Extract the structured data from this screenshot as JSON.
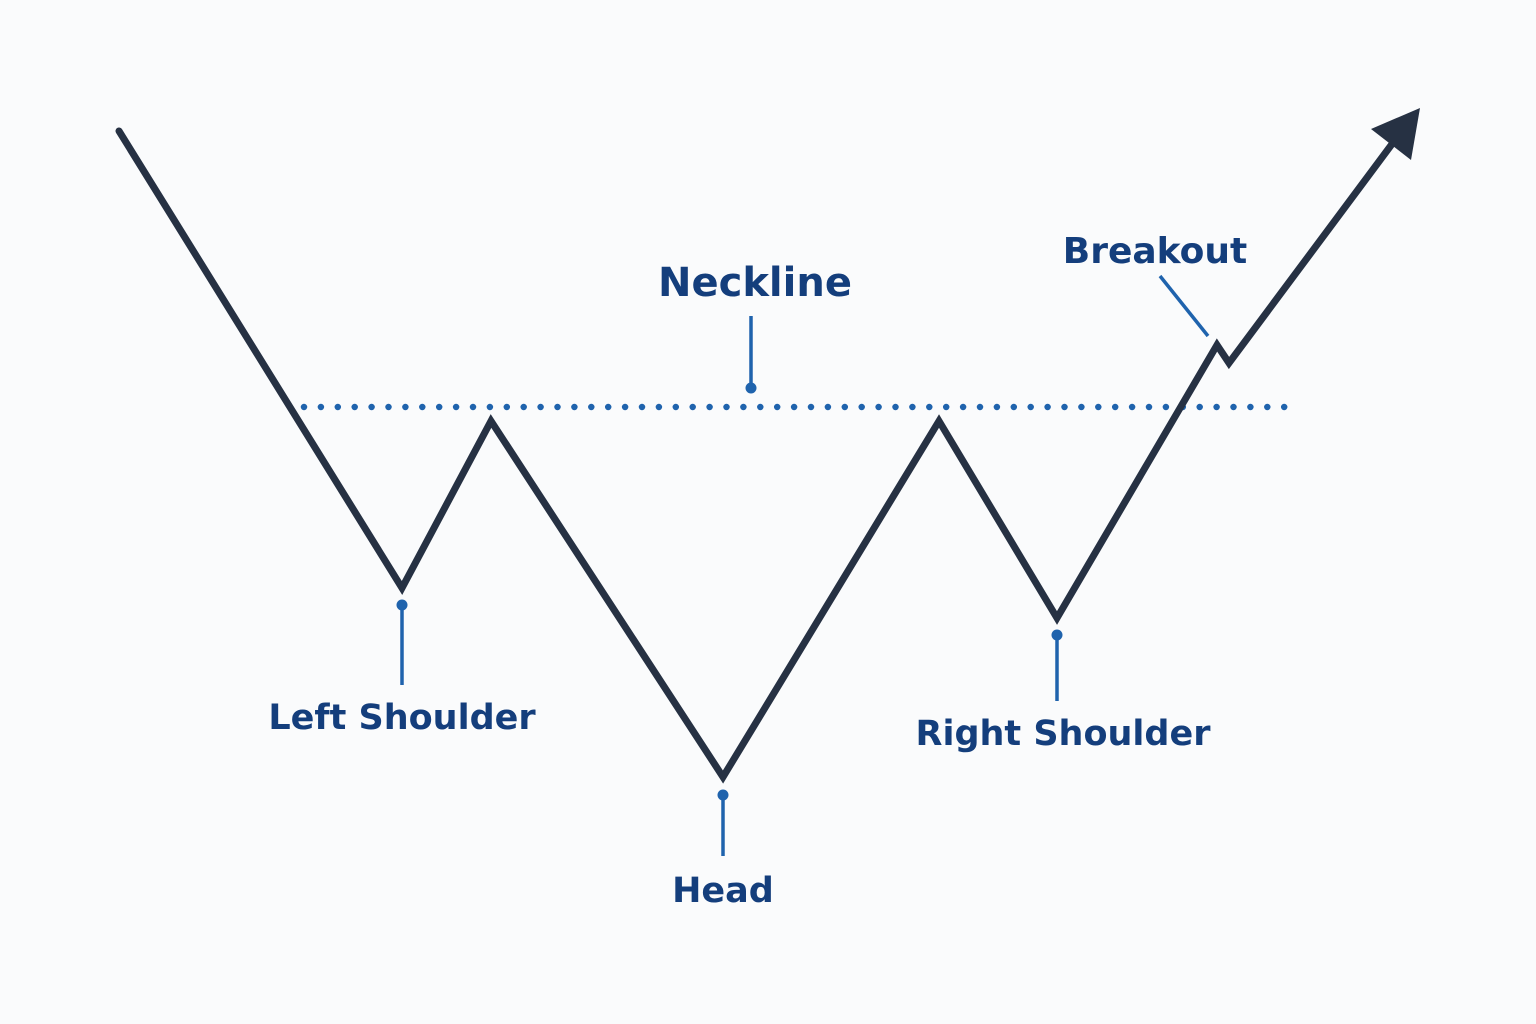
{
  "colors": {
    "background": "#fafbfc",
    "price_line": "#263143",
    "neckline": "#1f63ad",
    "label_text": "#143e7c",
    "leader": "#1f63ad"
  },
  "labels": {
    "neckline": "Neckline",
    "breakout": "Breakout",
    "left_shoulder": "Left Shoulder",
    "head": "Head",
    "right_shoulder": "Right Shoulder"
  },
  "icons": {
    "trend_arrow": "arrow-up-right-icon"
  }
}
